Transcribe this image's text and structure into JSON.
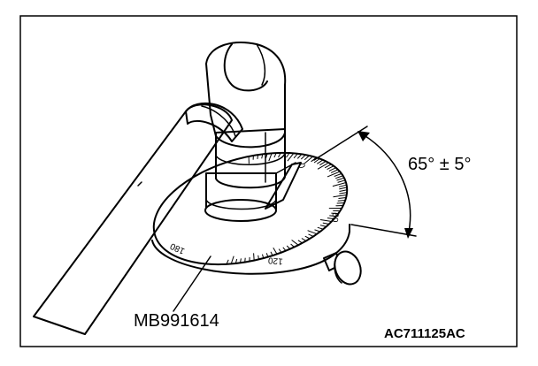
{
  "diagram": {
    "angle_label": "65° ± 5°",
    "tool_label": "MB991614",
    "figure_code": "AC711125AC",
    "dial_numbers": [
      "0",
      "60",
      "120",
      "180"
    ]
  }
}
